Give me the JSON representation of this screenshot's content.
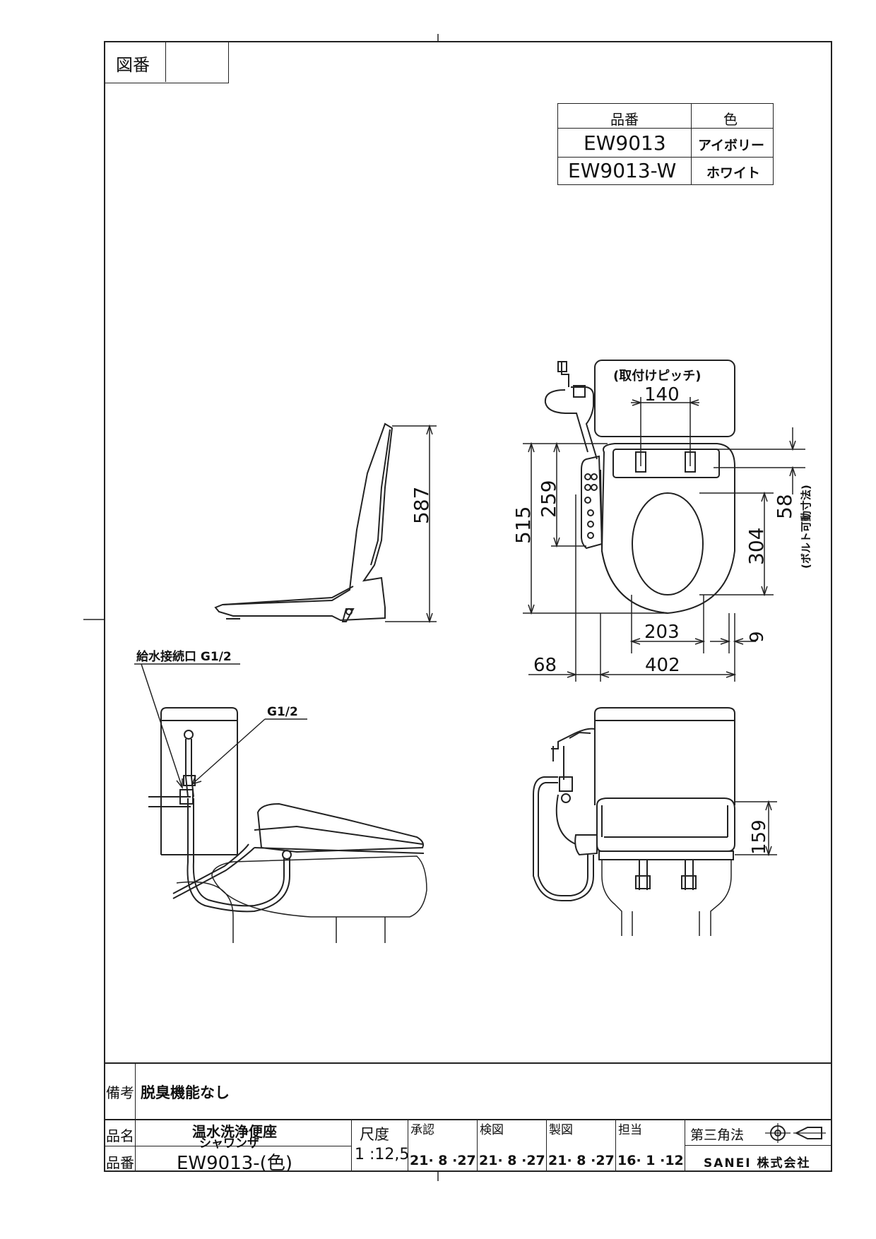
{
  "drawing_no_label": "図番",
  "model_table": {
    "header_model": "品番",
    "header_color": "色",
    "rows": [
      {
        "model": "EW9013",
        "color": "アイボリー"
      },
      {
        "model": "EW9013-W",
        "color": "ホワイト"
      }
    ]
  },
  "drawing": {
    "mount_pitch_label": "(取付けピッチ)",
    "dimensions": {
      "pitch": "140",
      "side_height": "587",
      "depth_total": "515",
      "depth_front": "259",
      "adjust_range": "58",
      "adjust_note": "(ボルト可動寸法)",
      "opening_length": "304",
      "opening_width": "203",
      "offset_9": "9",
      "panel_width": "68",
      "seat_width": "402",
      "height": "159"
    },
    "labels": {
      "supply_port": "給水接続口 G1/2",
      "thread": "G1/2"
    }
  },
  "title_block": {
    "remarks_label": "備考",
    "remarks_value": "脱臭機能なし",
    "name_label": "品名",
    "name_value_1": "温水洗浄便座",
    "name_value_2": "シャワンザ",
    "number_label": "品番",
    "number_value": "EW9013-(色)",
    "scale_label": "尺度",
    "scale_value": "1 :12,5",
    "approved_label": "承認",
    "approved_date": "21· 8 ·27",
    "checked_label": "検図",
    "checked_date": "21· 8 ·27",
    "drawn_label": "製図",
    "drawn_date": "21· 8 ·27",
    "charge_label": "担当",
    "charge_date": "16· 1 ·12",
    "projection_label": "第三角法",
    "company": "SANEI 株式会社"
  }
}
